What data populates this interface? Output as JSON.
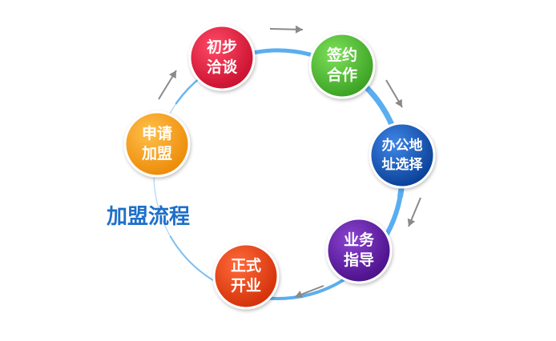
{
  "diagram": {
    "title": "加盟流程",
    "title_color": "#1e6fc8",
    "ring_color": "#5aaef0",
    "arrow_color": "#8a8a8a",
    "steps": [
      {
        "line1": "初步",
        "line2": "洽谈",
        "color": "#c8102e"
      },
      {
        "line1": "签约",
        "line2": "合作",
        "color": "#43b02a"
      },
      {
        "line1": "办公地",
        "line2": "址选择",
        "color": "#0a4fb0"
      },
      {
        "line1": "业务",
        "line2": "指导",
        "color": "#5b1aa0"
      },
      {
        "line1": "正式",
        "line2": "开业",
        "color": "#e03c10"
      },
      {
        "line1": "申请",
        "line2": "加盟",
        "color": "#f29a12"
      }
    ]
  }
}
